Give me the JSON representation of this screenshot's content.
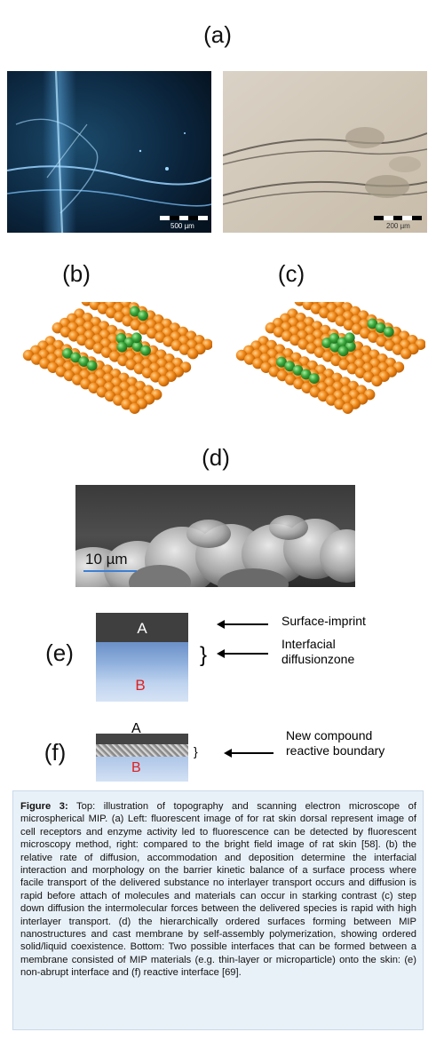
{
  "panels": {
    "a_label": "(a)",
    "b_label": "(b)",
    "c_label": "(c)",
    "d_label": "(d)",
    "e_label": "(e)",
    "f_label": "(f)"
  },
  "images": {
    "fluorescent_scale": "500 µm",
    "brightfield_scale": "200 µm",
    "sem_scale": "10 µm"
  },
  "diagram_e": {
    "layer_a": "A",
    "layer_b": "B",
    "bracket": "}",
    "label_surface": "Surface-imprint",
    "label_interfacial_1": "Interfacial",
    "label_interfacial_2": "diffusionzone"
  },
  "diagram_f": {
    "layer_a": "A",
    "layer_b": "B",
    "bracket": "}",
    "label_1": "New compound",
    "label_2": "reactive boundary"
  },
  "caption": {
    "figure_label": "Figure 3:",
    "text": " Top: illustration of topography and scanning electron microscope of microspherical MIP. (a) Left: fluorescent image of for rat skin dorsal represent image of cell receptors and enzyme activity led to fluorescence can be detected by fluorescent microscopy method, right: compared to the bright field image of rat skin [58]. (b) the relative rate of diffusion, accommodation and deposition determine the interfacial interaction and morphology on the barrier kinetic balance of a surface process where facile transport of the delivered substance no interlayer transport occurs and diffusion is rapid before attach of molecules and materials can occur in starking contrast (c) step down diffusion the intermolecular forces between the delivered species is rapid with high interlayer transport. (d) the hierarchically ordered surfaces forming between MIP nanostructures and cast membrane by self-assembly polymerization, showing ordered solid/liquid coexistence. Bottom: Two possible interfaces that can be formed between a membrane consisted of MIP materials (e.g. thin-layer or microparticle) onto the skin: (e) non-abrupt interface and (f) reactive interface [69]."
  },
  "colors": {
    "sphere_orange": "#f08a1c",
    "sphere_green": "#3aa63a",
    "caption_bg": "#e9f1f8"
  }
}
